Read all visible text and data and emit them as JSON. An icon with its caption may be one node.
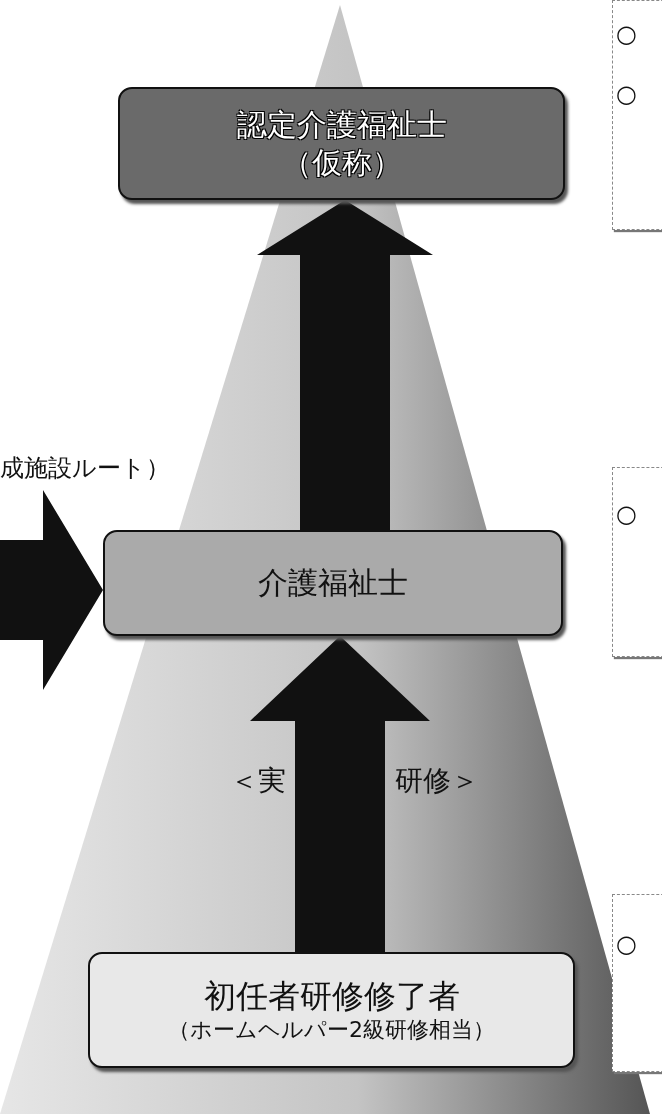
{
  "diagram": {
    "nodes": [
      {
        "text": [
          "認定介護福祉士",
          "（仮称）"
        ]
      },
      {
        "text": [
          "介護福祉士"
        ]
      },
      {
        "text": [
          "初任者研修修了者",
          "（ホームヘルパー2級研修相当）"
        ]
      }
    ],
    "edges": [
      {
        "from": 2,
        "to": 1,
        "arrow": "to"
      },
      {
        "from": 1,
        "to": 0,
        "arrow": "to"
      },
      {
        "from": null,
        "to": 1,
        "arrow": "to"
      }
    ],
    "labels": [
      "○",
      "○",
      "成施設ルート）",
      "○",
      "＜実",
      "研修＞",
      "○"
    ]
  }
}
